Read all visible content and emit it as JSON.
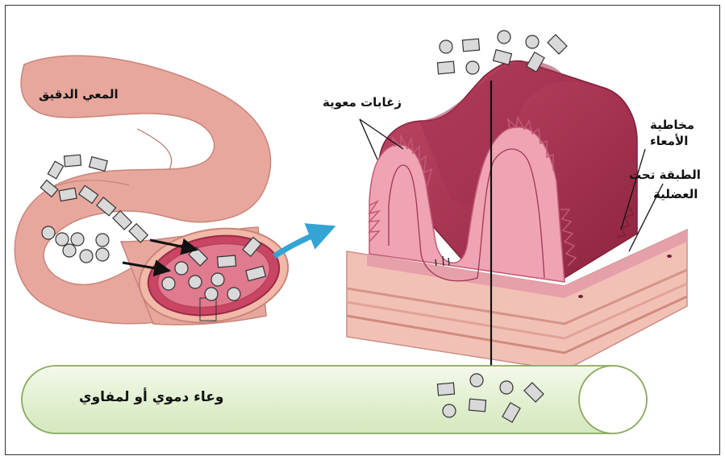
{
  "labels": {
    "small_intestine": "المعي الدقيق",
    "villi": "زغابات معوية",
    "mucosa_line1": "مخاطية",
    "mucosa_line2": "الأمعاء",
    "submucosa_line1": "الطبقة تحت",
    "submucosa_line2": "العضلية",
    "vessel": "وعاء دموي أو لمفاوي"
  },
  "icons": [
    "square-particle-icon",
    "circle-particle-icon",
    "arrow-icon"
  ],
  "colors": {
    "intestine": "#e8a79d",
    "intestine_dark": "#c9847a",
    "mucosa": "#b23b57",
    "villus": "#f0a3b2",
    "vessel_fill": "#e8f3d9",
    "vessel_stroke": "#8aa85f",
    "particle": "#d9d9d9",
    "blue_arrow": "#33a4d3"
  }
}
